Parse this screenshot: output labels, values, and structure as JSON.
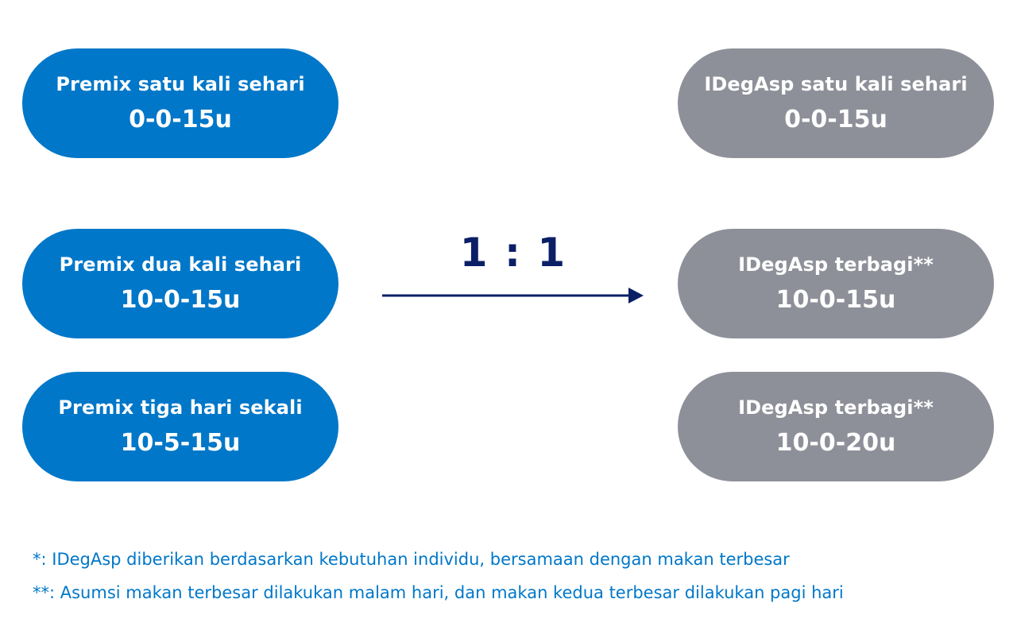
{
  "left": [
    {
      "title": "Premix satu kali sehari",
      "dose": "0-0-15u"
    },
    {
      "title": "Premix dua kali sehari",
      "dose": "10-0-15u"
    },
    {
      "title": "Premix tiga hari sekali",
      "dose": "10-5-15u"
    }
  ],
  "right": [
    {
      "title": "IDegAsp satu kali sehari",
      "dose": "0-0-15u"
    },
    {
      "title": "IDegAsp terbagi**",
      "dose": "10-0-15u"
    },
    {
      "title": "IDegAsp terbagi**",
      "dose": "10-0-20u"
    }
  ],
  "ratio": "1 : 1",
  "footnotes": [
    "*: IDegAsp diberikan berdasarkan kebutuhan individu, bersamaan dengan makan terbesar",
    "**: Asumsi makan terbesar dilakukan malam hari, dan makan kedua terbesar dilakukan pagi hari"
  ],
  "colors": {
    "premix_pill": "#0077C8",
    "idegasp_pill": "#8E9099",
    "ratio_and_arrow": "#0B1F66",
    "footnote_text": "#0077C8"
  },
  "icons": {
    "arrow": "right-arrow-icon"
  }
}
